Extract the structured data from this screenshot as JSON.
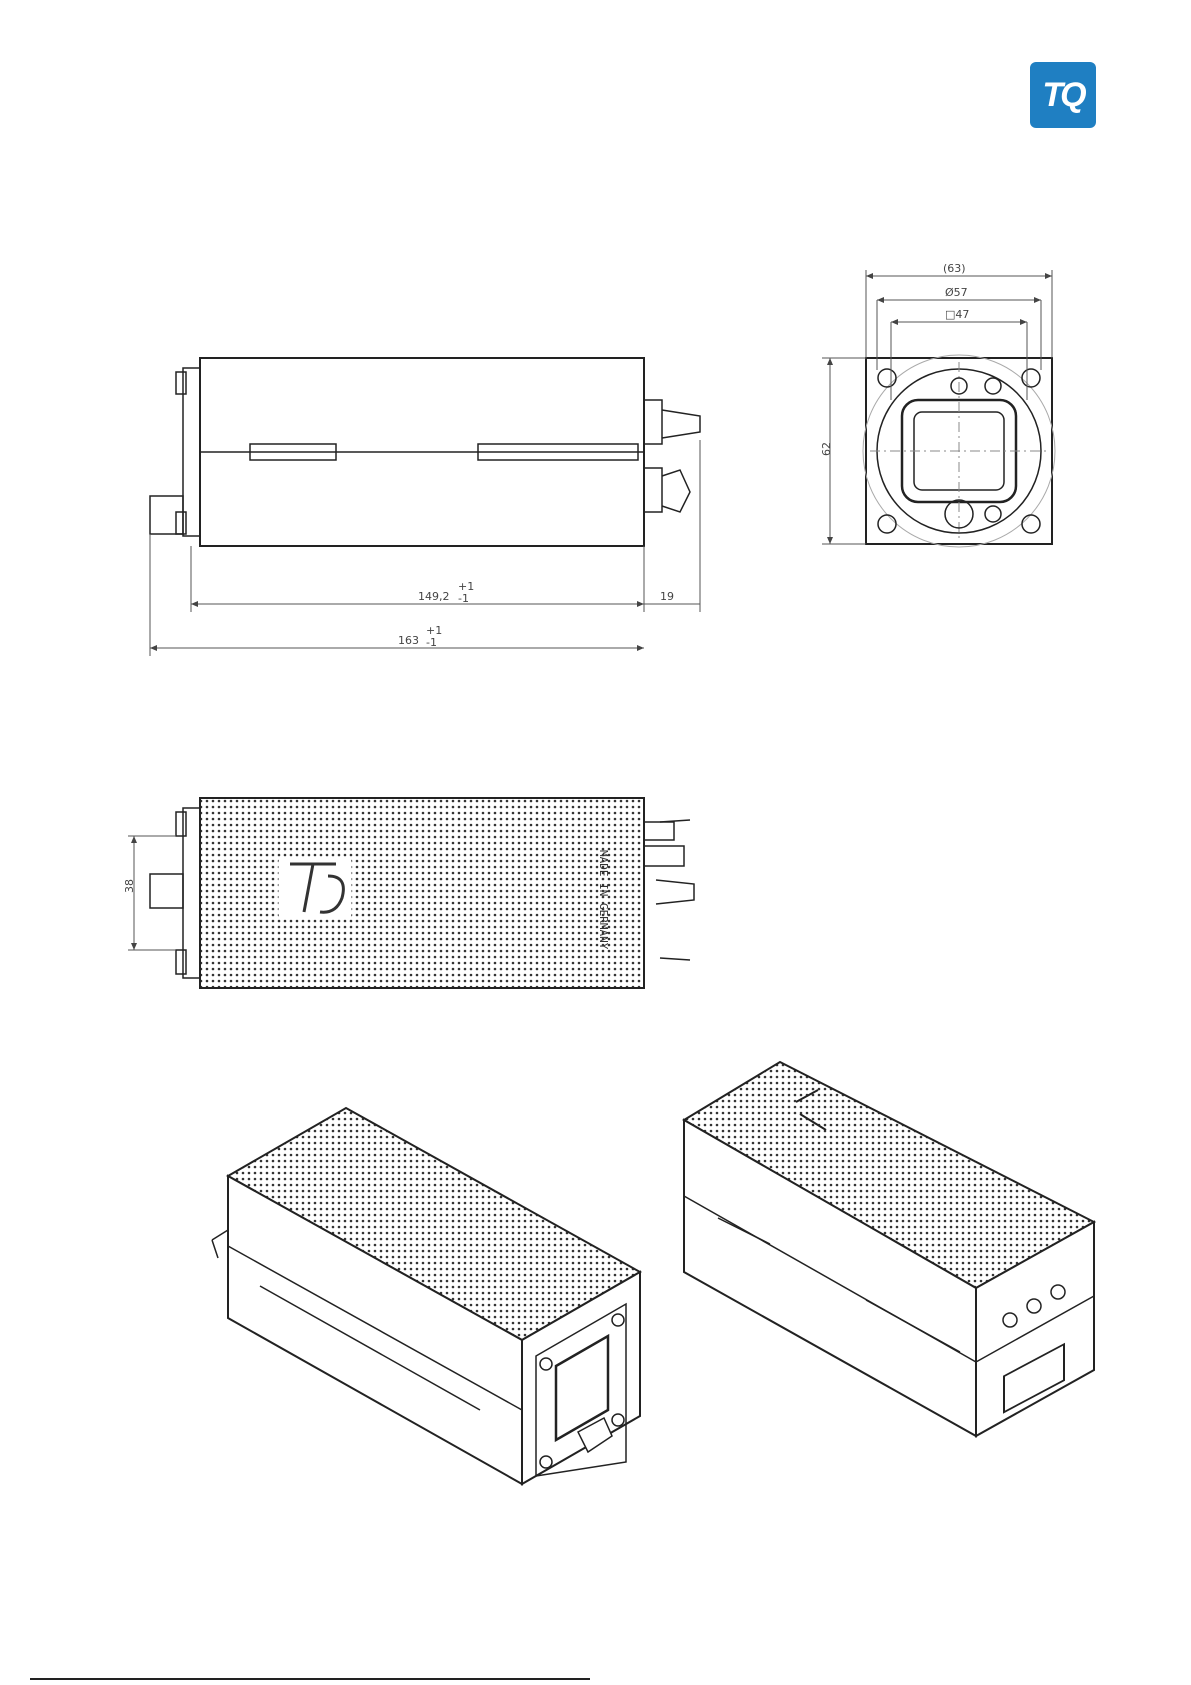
{
  "logo": {
    "text": "TQ",
    "color": "#1f7fc2"
  },
  "side_view": {
    "length_main": "149,2",
    "length_main_tol_upper": "+1",
    "length_main_tol_lower": "-1",
    "length_rear": "19",
    "length_total": "163",
    "length_total_tol_upper": "+1",
    "length_total_tol_lower": "-1"
  },
  "front_view": {
    "outer_width": "(63)",
    "bezel_diameter": "Ø57",
    "display_square": "□47",
    "height": "62"
  },
  "top_view": {
    "width": "38"
  },
  "icons": [
    "tq-logo-icon",
    "tq-emblem-icon"
  ]
}
